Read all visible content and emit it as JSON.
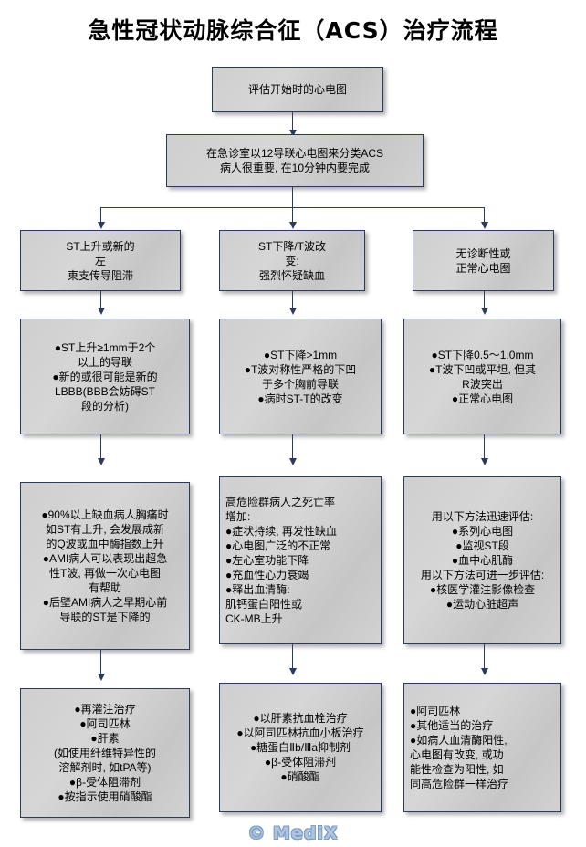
{
  "page": {
    "title": "急性冠状动脉综合征（ACS）治疗流程",
    "footer": "© MediX",
    "colors": {
      "box_border": "#2c3b5c",
      "box_fill": "#d0d0d0",
      "connector": "#2c3b5c",
      "title_text": "#000000",
      "footer_text": "#aec4e0"
    }
  },
  "flow": {
    "start": {
      "label": "评估开始时的心电图"
    },
    "triage": {
      "label": "在急诊室以12导联心电图来分类ACS\n病人很重要, 在10分钟内要完成"
    },
    "branches": [
      {
        "key": "st-elevation",
        "classify": "ST上升或新的\n左\n東支传导阻滞",
        "criteria": "●ST上升≥1mm于2个\n以上的导联\n●新的或很可能是新的\nLBBB(BBB会妨碍ST\n段的分析)",
        "assessment": "●90%以上缺血病人胸痛时\n如ST有上升, 会发展成新\n的Q波或血中酶指数上升\n●AMI病人可以表现出超急\n性T波, 再做一次心电图\n有帮助\n●后壁AMI病人之早期心前\n导联的ST是下降的",
        "treatment": "●再灌注治疗\n●阿司匹林\n●肝素\n(如使用纤维特异性的\n溶解剂时, 如tPA等)\n●β-受体阻滞剂\n●按指示使用硝酸酯",
        "assessment_align": "center",
        "treatment_align": "center"
      },
      {
        "key": "st-depression",
        "classify": "ST下降/T波改\n变:\n强烈怀疑缺血",
        "criteria": "●ST下降>1mm\n●T波对称性严格的下凹\n于多个胸前导联\n●病时ST-T的改变",
        "assessment": "高危险群病人之死亡率\n  增加:\n●症状持续, 再发性缺血\n●心电图广泛的不正常\n●左心室功能下降\n●充血性心力衰竭\n●释出血清酶:\n        肌钙蛋白阳性或\n  CK-MB上升",
        "treatment": "●以肝素抗血栓治疗\n●以阿司匹林抗血小板治疗\n●糖蛋白Ⅱb/Ⅲa抑制剂\n●β-受体阻滞剂\n●硝酸酯",
        "assessment_align": "left",
        "treatment_align": "center"
      },
      {
        "key": "nondiagnostic",
        "classify": "无诊断性或\n正常心电图",
        "criteria": "●ST下降0.5～1.0mm\n●T波下凹或平坦, 但其\nR波突出\n●正常心电图",
        "assessment": "用以下方法迅速评估:\n●系列心电图\n●监视ST段\n●血中心肌酶\n用以下方法可进一步评估:\n●核医学灌注影像检查\n●运动心脏超声",
        "treatment": "●阿司匹林\n●其他适当的治疗\n●如病人血清酶阳性,\n  心电图有改变, 或功\n  能性检查为阳性, 如\n  同高危险群一样治疗",
        "assessment_align": "center",
        "treatment_align": "left"
      }
    ]
  }
}
